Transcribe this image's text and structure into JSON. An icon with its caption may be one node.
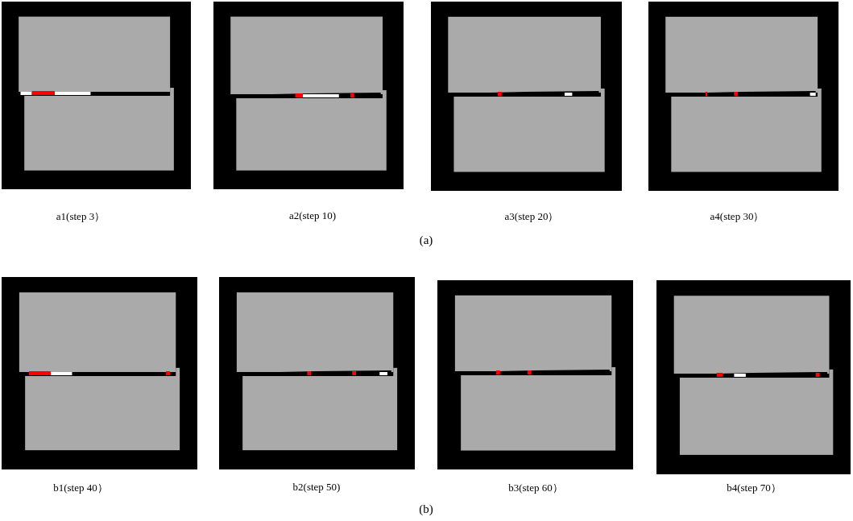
{
  "diagram": {
    "labels": [
      "a1(step 3）",
      "a2(step 10)",
      "a3(step 20）",
      "a4(step 30）",
      "(a)",
      "b1(step 40）",
      "b2(step 50)",
      "b3(step 60）",
      "b4(step 70）",
      "(b)"
    ]
  }
}
